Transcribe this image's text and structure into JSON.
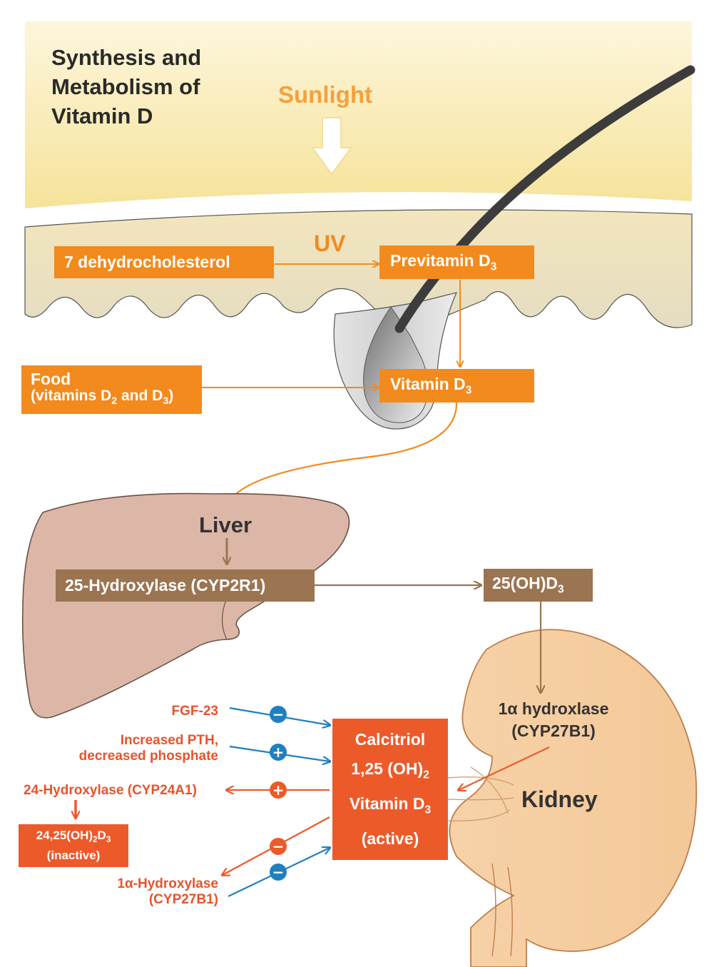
{
  "title": "Synthesis and Metabolism of Vitamin D",
  "skin": {
    "sunlight": "Sunlight",
    "uv": "UV",
    "dehydro": "7 dehydrocholesterol",
    "previtamin": "Previtamin D",
    "previtamin_sub": "3",
    "food_line1": "Food",
    "food_line2a": "(vitamins D",
    "food_sub1": "2",
    "food_line2b": " and D",
    "food_sub2": "3",
    "food_line2c": ")",
    "vitamin_d3": "Vitamin D",
    "vitamin_d3_sub": "3"
  },
  "liver": {
    "label": "Liver",
    "enzyme": "25-Hydroxylase (CYP2R1)",
    "product": "25(OH)D",
    "product_sub": "3"
  },
  "kidney": {
    "label": "Kidney",
    "enzyme_line1": "1α hydroxlase",
    "enzyme_line2": "(CYP27B1)"
  },
  "calcitriol": {
    "line1": "Calcitriol",
    "line2a": "1,25 (OH)",
    "line2_sub": "2",
    "line3a": "Vitamin D",
    "line3_sub": "3",
    "line4": "(active)"
  },
  "regulators": {
    "fgf23": "FGF-23",
    "pth_line1": "Increased PTH,",
    "pth_line2": "decreased phosphate",
    "cyp24a1": "24-Hydroxylase (CYP24A1)",
    "inactive_line1a": "24,25(OH)",
    "inactive_sub1": "2",
    "inactive_line1b": "D",
    "inactive_sub2": "3",
    "inactive_line2": "(inactive)",
    "cyp27b1_line1": "1α-Hydroxylase",
    "cyp27b1_line2": "(CYP27B1)"
  },
  "signs": {
    "minus": "−",
    "plus": "+"
  },
  "colors": {
    "orange": "#f28a1e",
    "brown": "#9b7451",
    "red": "#ec5a2a",
    "blue": "#1f7fc0",
    "skin_top": "#f7e5a3",
    "skin_layer": "#efe2b4",
    "liver": "#dcb7a8",
    "kidney": "#f6cfa3"
  }
}
